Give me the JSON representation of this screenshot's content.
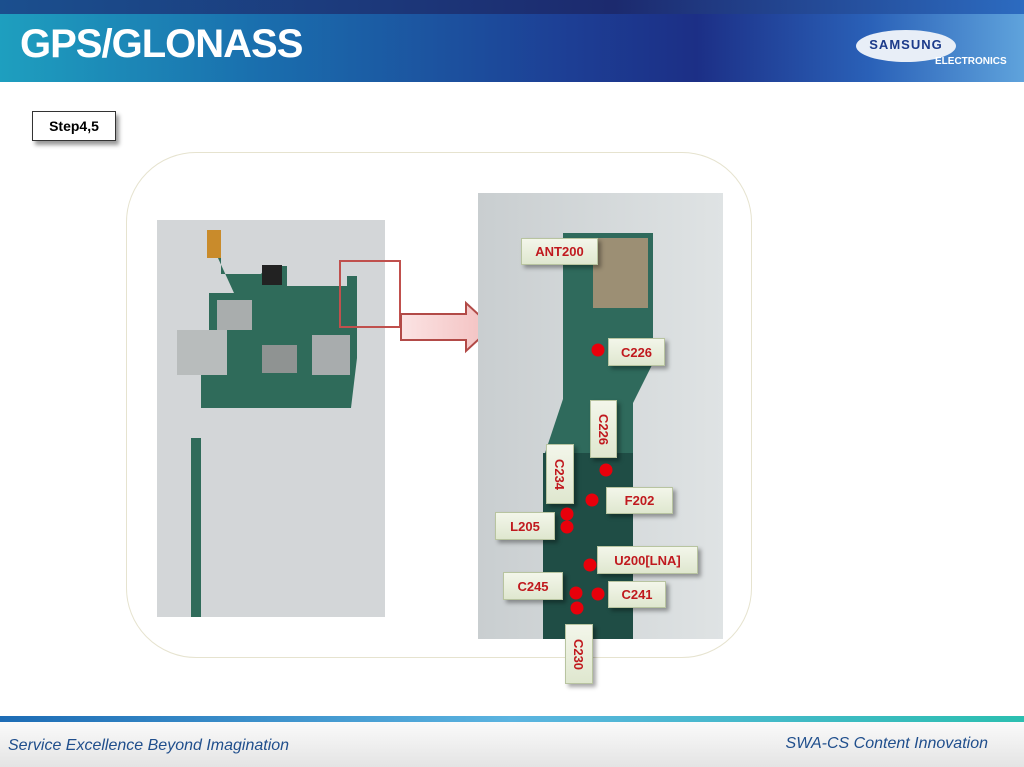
{
  "header": {
    "title": "GPS/GLONASS",
    "logo": "SAMSUNG",
    "logo_sub": "ELECTRONICS"
  },
  "step_label": "Step4,5",
  "labels": {
    "ant200": "ANT200",
    "c226a": "C226",
    "c226b": "C226",
    "c234": "C234",
    "f202": "F202",
    "l205": "L205",
    "u200": "U200[LNA]",
    "c245": "C245",
    "c241": "C241",
    "c230": "C230"
  },
  "footer": {
    "left": "Service Excellence Beyond Imagination",
    "right": "SWA-CS Content Innovation"
  },
  "colors": {
    "marker": "#e8000b",
    "label_text": "#c0191e",
    "highlight": "#c0504d"
  }
}
